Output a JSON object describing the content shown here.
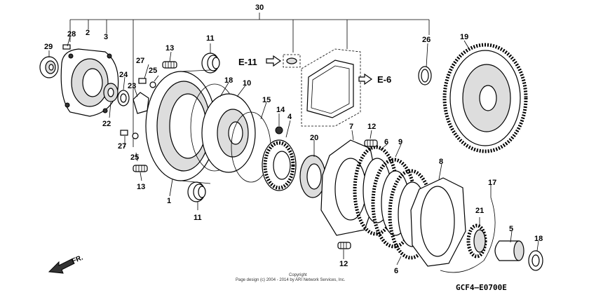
{
  "callouts": [
    "30",
    "28",
    "2",
    "3",
    "29",
    "27",
    "13",
    "25",
    "24",
    "23",
    "22",
    "27",
    "25",
    "13",
    "1",
    "11",
    "18",
    "10",
    "15",
    "14",
    "4",
    "11",
    "20",
    "7",
    "12",
    "6",
    "9",
    "12",
    "6",
    "8",
    "17",
    "21",
    "5",
    "18",
    "26",
    "19"
  ],
  "refs": {
    "e11": "E-11",
    "e6": "E-6"
  },
  "diagram_code": "GCF4—E0700E",
  "copyright": {
    "line1": "Copyright",
    "line2": "Page design (c) 2004 - 2014 by ARI Network Services, Inc."
  },
  "direction_label": "FR."
}
